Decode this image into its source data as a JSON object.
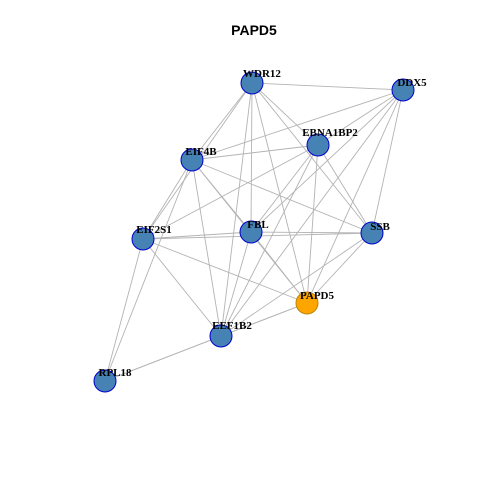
{
  "title": "PAPD5",
  "colors": {
    "node_fill": "#4682B4",
    "node_stroke": "#0000CD",
    "highlight_fill": "#FFA500",
    "highlight_stroke": "#B8860B",
    "edge": "#B3B3B3"
  },
  "nodes": [
    {
      "id": "WDR12",
      "label": "WDR12",
      "highlight": false
    },
    {
      "id": "DDX5",
      "label": "DDX5",
      "highlight": false
    },
    {
      "id": "EBNA1BP2",
      "label": "EBNA1BP2",
      "highlight": false
    },
    {
      "id": "EIF4B",
      "label": "EIF4B",
      "highlight": false
    },
    {
      "id": "FBL",
      "label": "FBL",
      "highlight": false
    },
    {
      "id": "SSB",
      "label": "SSB",
      "highlight": false
    },
    {
      "id": "EIF2S1",
      "label": "EIF2S1",
      "highlight": false
    },
    {
      "id": "PAPD5",
      "label": "PAPD5",
      "highlight": true
    },
    {
      "id": "EEF1B2",
      "label": "EEF1B2",
      "highlight": false
    },
    {
      "id": "RPL18",
      "label": "RPL18",
      "highlight": false
    }
  ],
  "edges": [
    [
      "WDR12",
      "DDX5"
    ],
    [
      "WDR12",
      "EBNA1BP2"
    ],
    [
      "WDR12",
      "EIF4B"
    ],
    [
      "WDR12",
      "FBL"
    ],
    [
      "WDR12",
      "SSB"
    ],
    [
      "WDR12",
      "EIF2S1"
    ],
    [
      "WDR12",
      "PAPD5"
    ],
    [
      "WDR12",
      "EEF1B2"
    ],
    [
      "DDX5",
      "EBNA1BP2"
    ],
    [
      "DDX5",
      "EIF4B"
    ],
    [
      "DDX5",
      "FBL"
    ],
    [
      "DDX5",
      "SSB"
    ],
    [
      "DDX5",
      "PAPD5"
    ],
    [
      "DDX5",
      "EEF1B2"
    ],
    [
      "EBNA1BP2",
      "EIF4B"
    ],
    [
      "EBNA1BP2",
      "FBL"
    ],
    [
      "EBNA1BP2",
      "SSB"
    ],
    [
      "EBNA1BP2",
      "EIF2S1"
    ],
    [
      "EBNA1BP2",
      "PAPD5"
    ],
    [
      "EBNA1BP2",
      "EEF1B2"
    ],
    [
      "EIF4B",
      "FBL"
    ],
    [
      "EIF4B",
      "SSB"
    ],
    [
      "EIF4B",
      "EIF2S1"
    ],
    [
      "EIF4B",
      "PAPD5"
    ],
    [
      "EIF4B",
      "EEF1B2"
    ],
    [
      "EIF4B",
      "RPL18"
    ],
    [
      "FBL",
      "SSB"
    ],
    [
      "FBL",
      "EIF2S1"
    ],
    [
      "FBL",
      "PAPD5"
    ],
    [
      "FBL",
      "EEF1B2"
    ],
    [
      "SSB",
      "EIF2S1"
    ],
    [
      "SSB",
      "PAPD5"
    ],
    [
      "SSB",
      "EEF1B2"
    ],
    [
      "EIF2S1",
      "PAPD5"
    ],
    [
      "EIF2S1",
      "EEF1B2"
    ],
    [
      "EIF2S1",
      "RPL18"
    ],
    [
      "PAPD5",
      "EEF1B2"
    ],
    [
      "PAPD5",
      "RPL18"
    ],
    [
      "EEF1B2",
      "RPL18"
    ]
  ]
}
